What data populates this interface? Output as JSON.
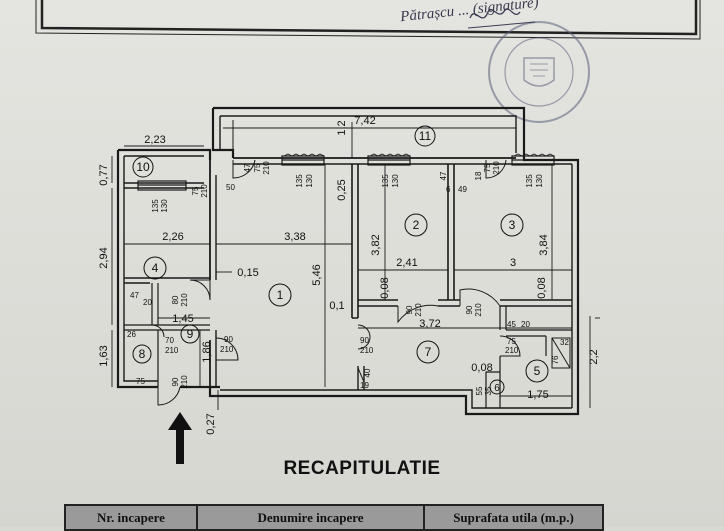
{
  "signature_text": "Pătrașcu ... (signature)",
  "stamp": {
    "description_icon": "cadastral-office-stamp"
  },
  "plan": {
    "rooms": [
      "1",
      "2",
      "3",
      "4",
      "5",
      "6",
      "7",
      "8",
      "9",
      "10",
      "11"
    ],
    "dimensions": {
      "d742": "7,42",
      "d223": "2,23",
      "d077": "0,77",
      "d12": "1,2",
      "d025": "0,25",
      "d294": "2,94",
      "d226": "2,26",
      "d338": "3,38",
      "d015": "0,15",
      "d546": "5,46",
      "d382": "3,82",
      "d241": "2,41",
      "d3": "3",
      "d384": "3,84",
      "d008a": "0,08",
      "d008b": "0,08",
      "d01": "0,1",
      "d372": "3,72",
      "d163": "1,63",
      "d145": "1,45",
      "d186": "1,86",
      "d027": "0,27",
      "d22": "2,2",
      "d008c": "0,08",
      "d175": "1,75"
    },
    "openings": {
      "w1a": "135",
      "w1b": "130",
      "w2a": "135",
      "w2b": "130",
      "w3a": "135",
      "w3b": "130",
      "w10a": "135",
      "w10b": "130",
      "door_10a": "75",
      "door_10b": "210",
      "d47": "47",
      "d75t": "75",
      "d210t": "210",
      "d50": "50",
      "d47b": "47",
      "d6": "6",
      "d18": "18",
      "d49": "49",
      "d75u": "75",
      "d210u": "210",
      "d47c": "47",
      "d20": "20",
      "d80": "80",
      "d210c": "210",
      "d26": "26",
      "d70": "70",
      "d210d": "210",
      "d90e": "90",
      "d210e": "210",
      "d75g": "75",
      "d90f": "90",
      "d210f": "210",
      "d90g": "90",
      "d210g": "210",
      "d19": "19",
      "d40": "40",
      "d90h": "90",
      "d210h": "210",
      "d90i": "90",
      "d210i": "210",
      "d45": "45",
      "d20b": "20",
      "d75j": "75",
      "d210j": "210",
      "d32": "32",
      "d76": "76",
      "d55": "55",
      "d35": "35"
    }
  },
  "recap_title": "RECAPITULATIE",
  "table": {
    "headers": [
      "Nr. incapere",
      "Denumire incapere",
      "Suprafata utila (m.p.)"
    ]
  }
}
